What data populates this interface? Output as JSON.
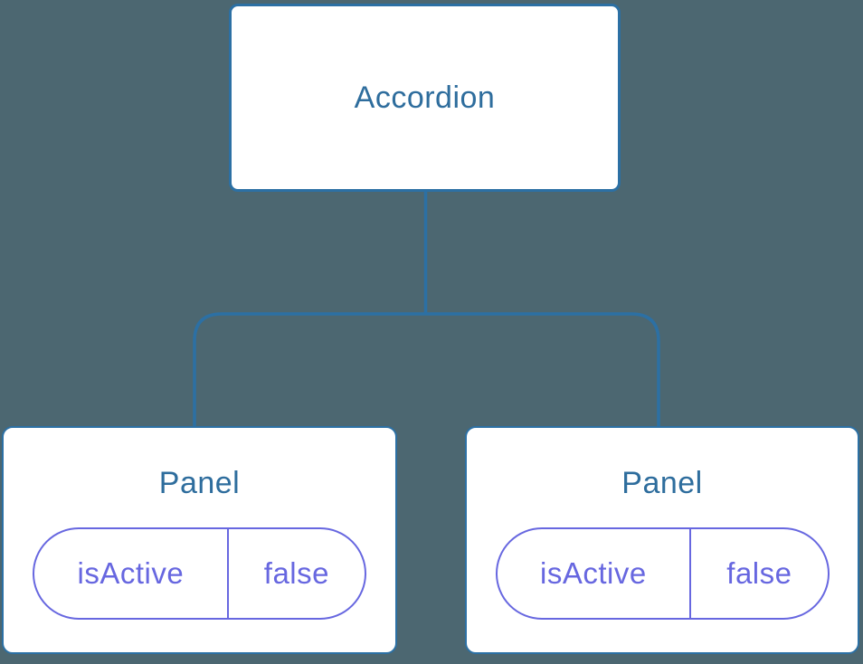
{
  "colors": {
    "background": "#4C6771",
    "node_fill": "#FFFFFF",
    "tree_blue": "#2C70A4",
    "label_blue": "#2E6D9D",
    "state_purple": "#6767E0"
  },
  "tree": {
    "root": {
      "label": "Accordion"
    },
    "children": [
      {
        "label": "Panel",
        "state": {
          "key": "isActive",
          "value": "false"
        }
      },
      {
        "label": "Panel",
        "state": {
          "key": "isActive",
          "value": "false"
        }
      }
    ]
  }
}
